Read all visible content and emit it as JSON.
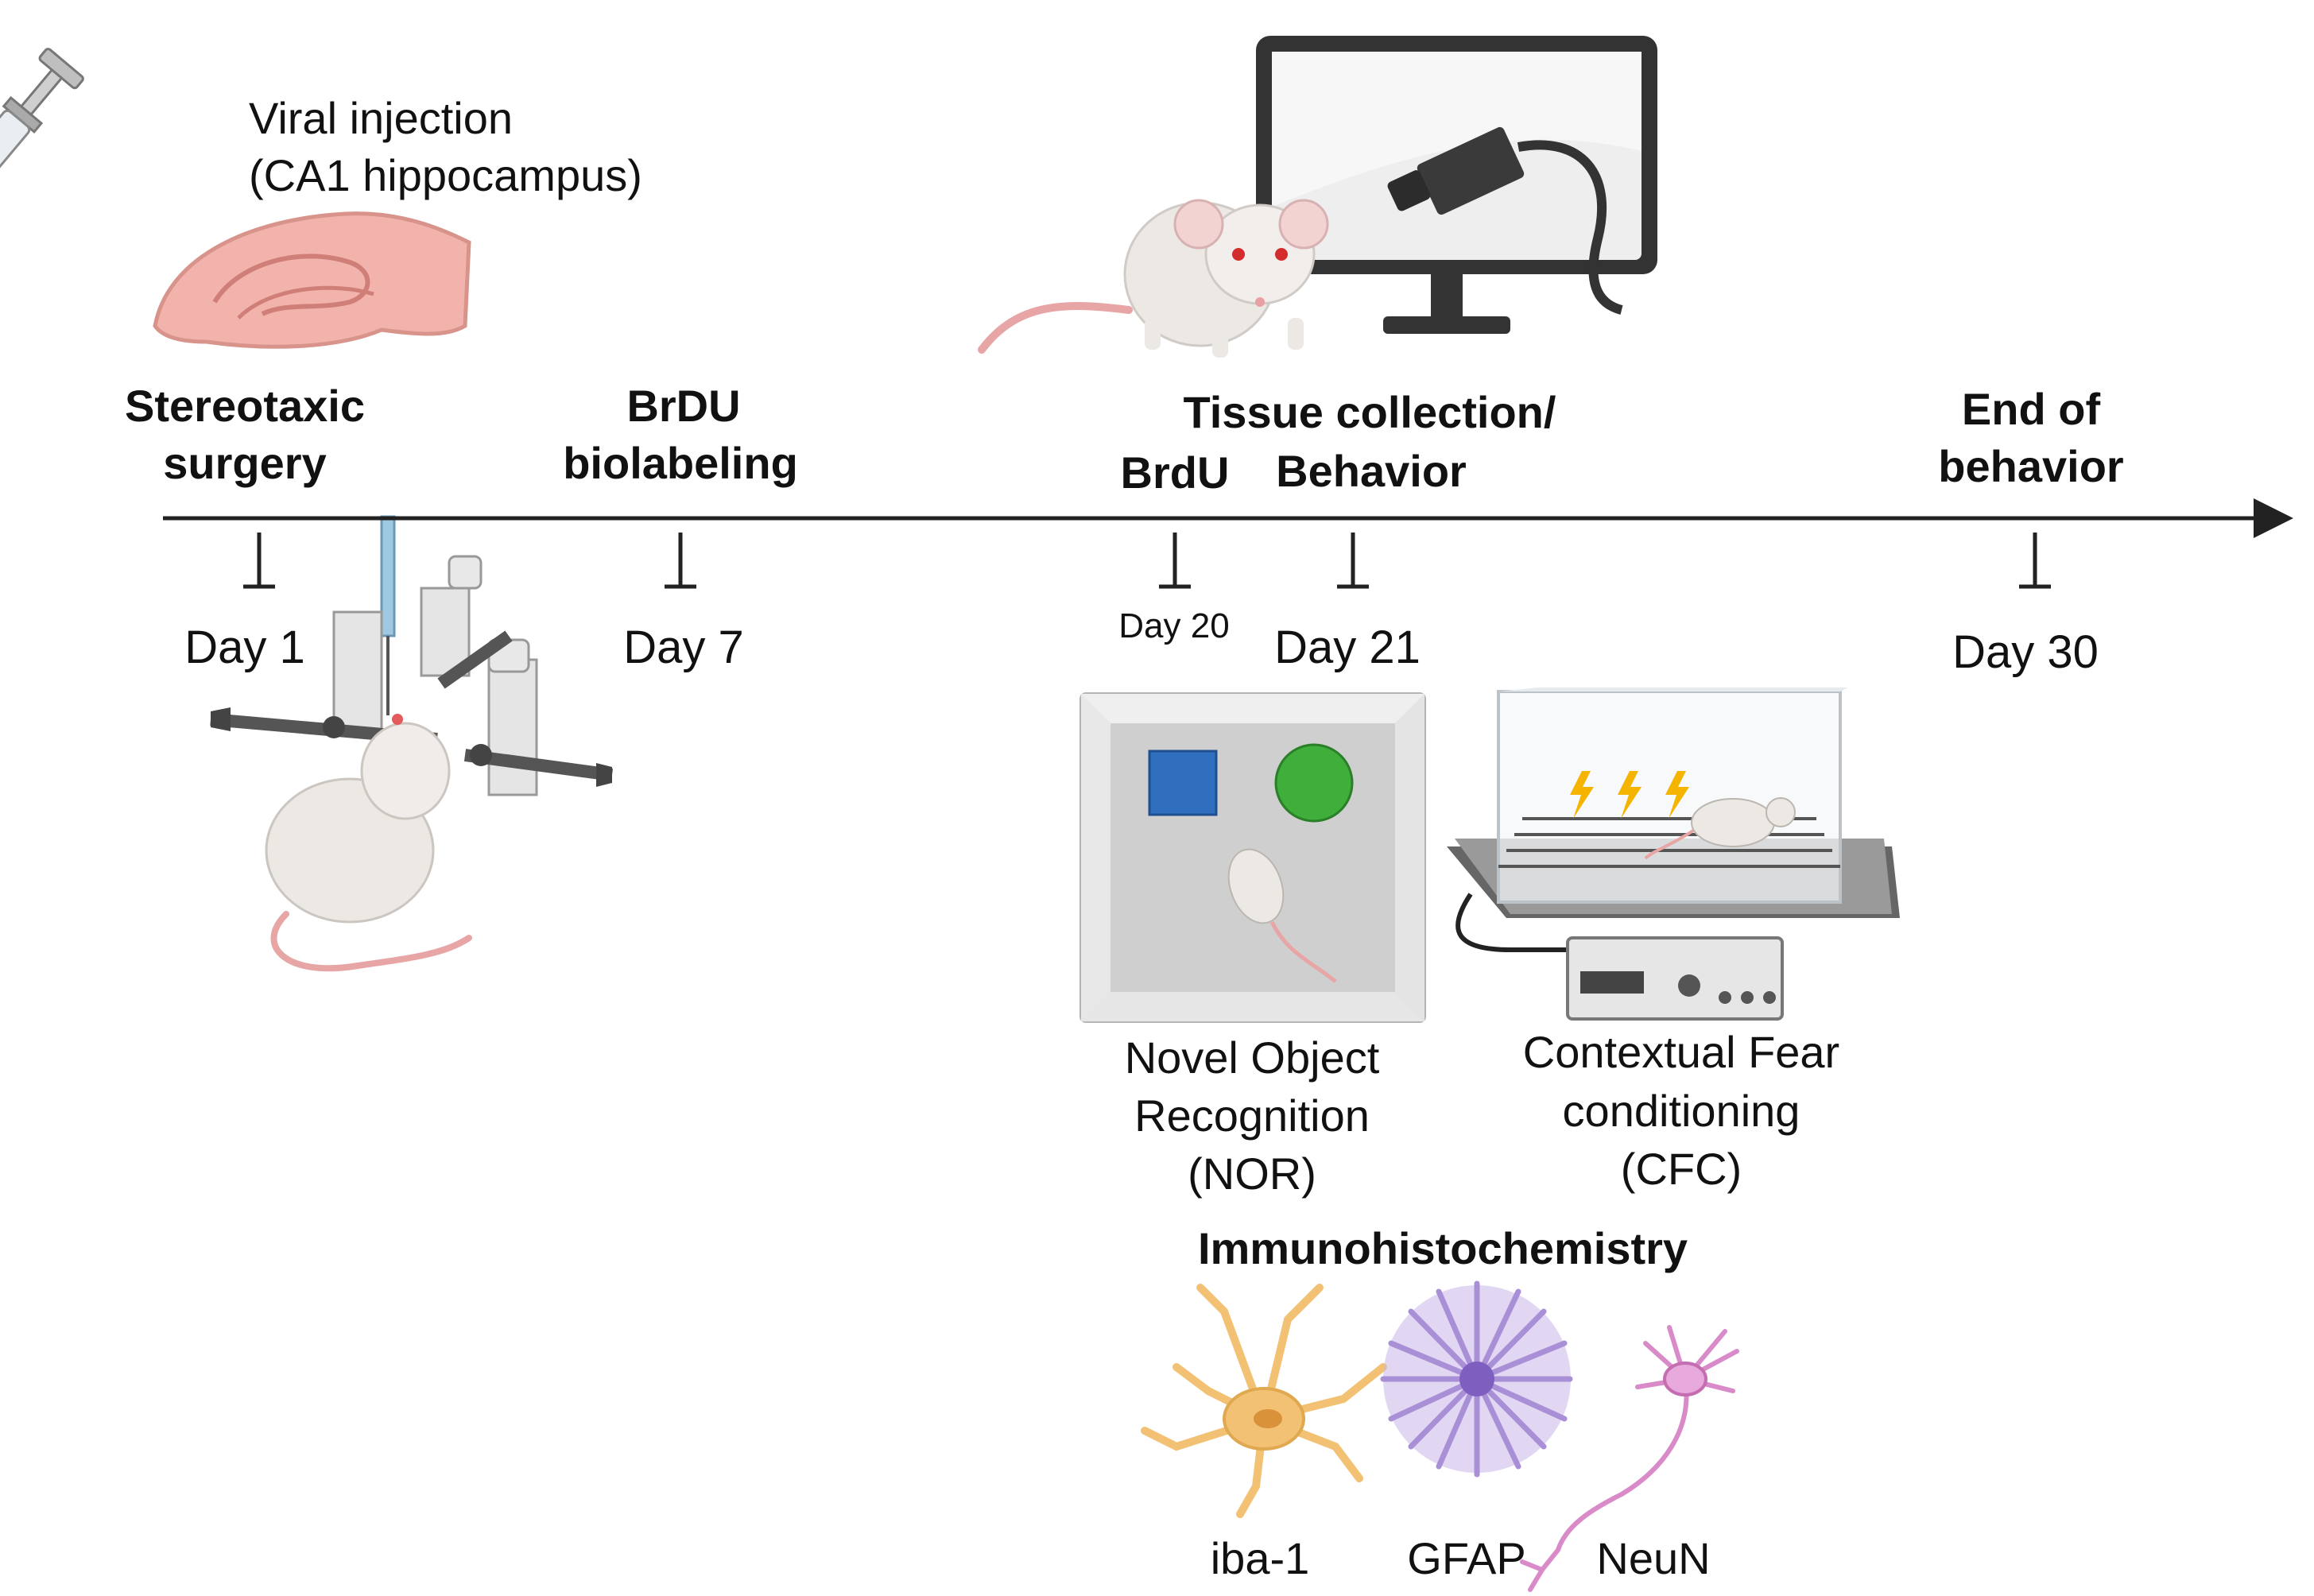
{
  "injection": {
    "line1": "Viral injection",
    "line2": "(CA1 hippocampus)"
  },
  "events": [
    {
      "label_line1": "Stereotaxic",
      "label_line2": "surgery",
      "day": "Day 1"
    },
    {
      "label_line1": "BrDU",
      "label_line2": "biolabeling",
      "day": "Day 7"
    },
    {
      "label_line1": "",
      "label_line2": "BrdU",
      "day": "Day 20"
    },
    {
      "label_line1": "Tissue collection/",
      "label_line2": "Behavior",
      "day": "Day 21"
    },
    {
      "label_line1": "End of",
      "label_line2": "behavior",
      "day": "Day 30"
    }
  ],
  "nor": {
    "line1": "Novel Object",
    "line2": "Recognition",
    "line3": "(NOR)"
  },
  "cfc": {
    "line1": "Contextual Fear",
    "line2": "conditioning",
    "line3": "(CFC)"
  },
  "ihc": {
    "title": "Immunohistochemistry",
    "markers": [
      "iba-1",
      "GFAP",
      "NeuN"
    ]
  },
  "colors": {
    "axis": "#222222",
    "mouse_body": "#ece8e4",
    "mouse_pink": "#f0b3b3",
    "brain": "#f2b3ad",
    "nor_square": "#2f6fbd",
    "nor_circle": "#3fae3a",
    "shock": "#f5b400",
    "iba1": "#f2c174",
    "gfap": "#a98fd6",
    "neun": "#d98ac8"
  }
}
